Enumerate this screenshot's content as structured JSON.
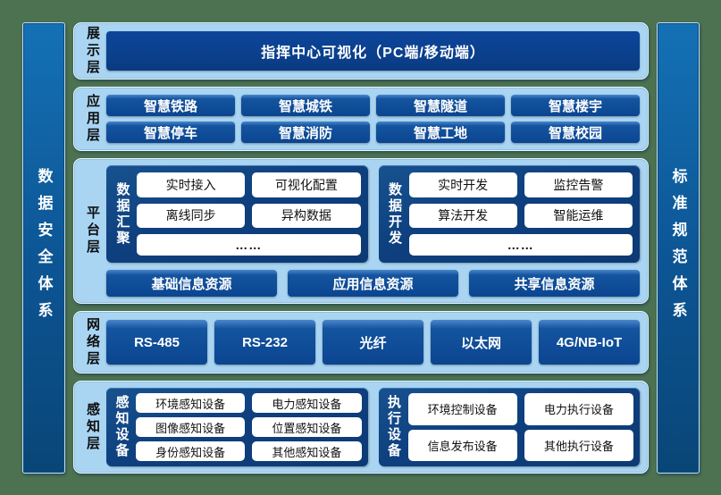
{
  "pillars": {
    "left": "数据安全体系",
    "right": "标准规范体系"
  },
  "layers": {
    "display": {
      "label": "展示层",
      "banner": "指挥中心可视化（PC端/移动端）"
    },
    "application": {
      "label": "应用层",
      "items": [
        "智慧铁路",
        "智慧城铁",
        "智慧隧道",
        "智慧楼宇",
        "智慧停车",
        "智慧消防",
        "智慧工地",
        "智慧校园"
      ]
    },
    "platform": {
      "label": "平台层",
      "data_aggregation": {
        "title": "数据汇聚",
        "items": [
          "实时接入",
          "可视化配置",
          "离线同步",
          "异构数据"
        ],
        "more": "……"
      },
      "data_development": {
        "title": "数据开发",
        "items": [
          "实时开发",
          "监控告警",
          "算法开发",
          "智能运维"
        ],
        "more": "……"
      },
      "resources": [
        "基础信息资源",
        "应用信息资源",
        "共享信息资源"
      ]
    },
    "network": {
      "label": "网络层",
      "items": [
        "RS-485",
        "RS-232",
        "光纤",
        "以太网",
        "4G/NB-IoT"
      ]
    },
    "perception": {
      "label": "感知层",
      "sensing": {
        "title": "感知设备",
        "items": [
          "环境感知设备",
          "电力感知设备",
          "图像感知设备",
          "位置感知设备",
          "身份感知设备",
          "其他感知设备"
        ]
      },
      "execution": {
        "title": "执行设备",
        "items": [
          "环境控制设备",
          "电力执行设备",
          "信息发布设备",
          "其他执行设备"
        ]
      }
    }
  },
  "colors": {
    "background_green": "#4c7252",
    "panel_light_blue": "#a9d5f3",
    "block_dark_blue": "#0d4b98",
    "group_navy": "#0e4080",
    "chip_white": "#ffffff",
    "text_white": "#ffffff",
    "text_dark": "#111111"
  }
}
